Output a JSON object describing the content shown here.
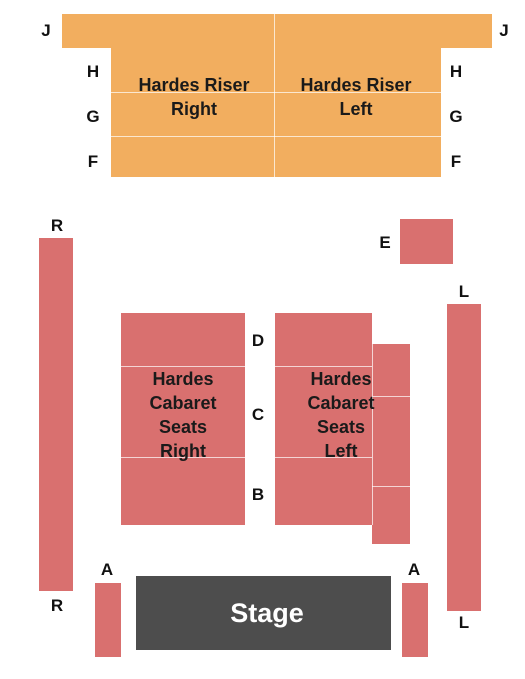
{
  "colors": {
    "riser": "#F2AE5F",
    "cabaret": "#D9706F",
    "stage": "#4D4D4D",
    "background": "#FFFFFF"
  },
  "rows": {
    "j": "J",
    "h": "H",
    "g": "G",
    "f": "F",
    "r": "R",
    "e": "E",
    "l": "L",
    "d": "D",
    "c": "C",
    "b": "B",
    "a": "A"
  },
  "sections": {
    "riser_right": [
      "Hardes Riser",
      "Right"
    ],
    "riser_left": [
      "Hardes Riser",
      "Left"
    ],
    "cabaret_right": [
      "Hardes",
      "Cabaret",
      "Seats",
      "Right"
    ],
    "cabaret_left": [
      "Hardes",
      "Cabaret",
      "Seats",
      "Left"
    ],
    "stage": "Stage"
  }
}
